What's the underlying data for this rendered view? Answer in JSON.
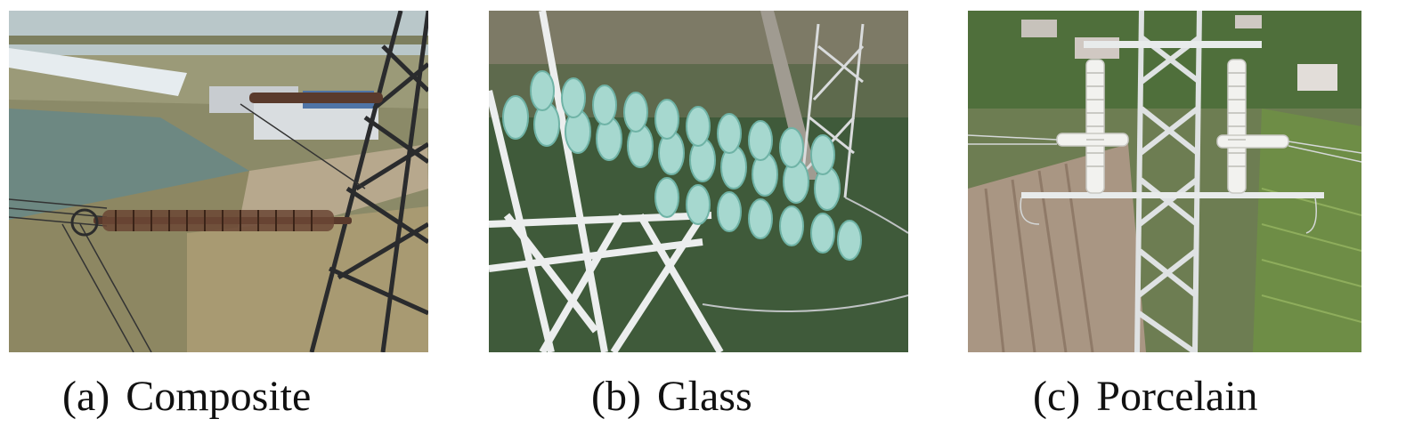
{
  "figure": {
    "panels": [
      {
        "label": "(a)",
        "name": "Composite"
      },
      {
        "label": "(b)",
        "name": "Glass"
      },
      {
        "label": "(c)",
        "name": "Porcelain"
      }
    ]
  }
}
